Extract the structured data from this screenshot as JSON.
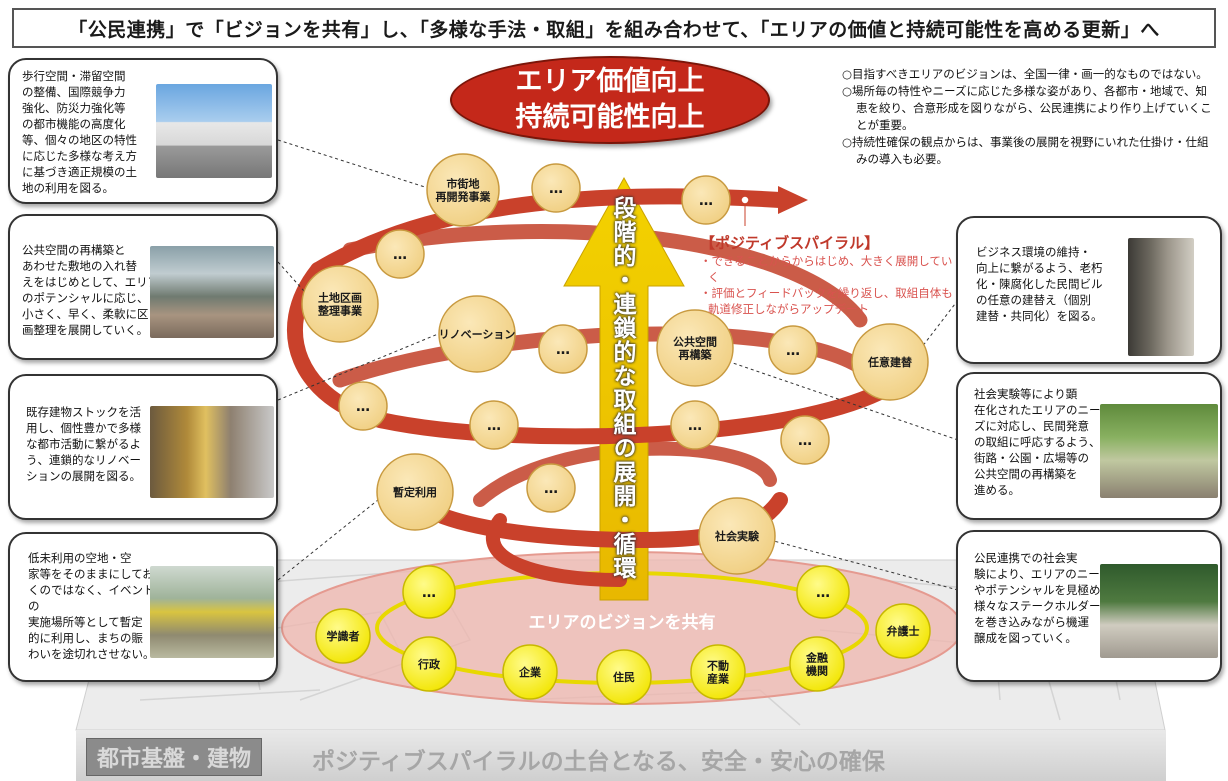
{
  "title": "「公民連携」で「ビジョンを共有」し、「多様な手法・取組」を組み合わせて、「エリアの価値と持続可能性を高める更新」へ",
  "goal": {
    "line1": "エリア価値向上",
    "line2": "持続可能性向上"
  },
  "notes": [
    "○目指すべきエリアのビジョンは、全国一律・画一的なものではない。",
    "○場所毎の特性やニーズに応じた多様な姿があり、各都市・地域で、知恵を絞り、合意形成を図りながら、公民連携により作り上げていくことが重要。",
    "○持続性確保の観点からは、事業後の展開を視野にいれた仕掛け・仕組みの導入も必要。"
  ],
  "spiral_caption": {
    "title": "【ポジティブスパイラル】",
    "lines": [
      "・できることからからはじめ、大きく展開していく",
      "・評価とフィードバックを繰り返し、取組自体も軌道修正しながらアップデート"
    ]
  },
  "arrow_text": "段階的・連鎖的な取組の展開・循環",
  "methods": {
    "redevelopment": "市街地\n再開発事業",
    "land_readjustment": "土地区画\n整理事業",
    "renovation": "リノベーション",
    "public_space": "公共空間\n再構築",
    "voluntary_rebuild": "任意建替",
    "temporary_use": "暫定利用",
    "social_experiment": "社会実験",
    "ellipsis": "…"
  },
  "vision_label": "エリアのビジョンを共有",
  "stakeholders": [
    "学識者",
    "行政",
    "企業",
    "住民",
    "不動\n産業",
    "金融\n機関",
    "弁護士"
  ],
  "side_boxes": {
    "left1": "歩行空間・滞留空間\nの整備、国際競争力\n強化、防災力強化等\nの都市機能の高度化\n等、個々の地区の特性\nに応じた多様な考え方\nに基づき適正規模の土\n地の利用を図る。",
    "left2": "公共空間の再構築と\nあわせた敷地の入れ替\nえをはじめとして、エリア\nのポテンシャルに応じ、\n小さく、早く、柔軟に区\n画整理を展開していく。",
    "left3": "既存建物ストックを活\n用し、個性豊かで多様\nな都市活動に繋がるよ\nう、連鎖的なリノベー\nションの展開を図る。",
    "left4": "低未利用の空地・空\n家等をそのままにしてお\nくのではなく、イベントの\n実施場所等として暫定\n的に利用し、まちの賑\nわいを途切れさせない。",
    "right1": "ビジネス環境の維持・\n向上に繋がるよう、老朽\n化・陳腐化した民間ビル\nの任意の建替え（個別\n建替・共同化）を図る。",
    "right2": "社会実験等により顕\n在化されたエリアのニー\nズに対応し、民間発意\nの取組に呼応するよう、\n街路・公園・広場等の\n公共空間の再構築を\n進める。",
    "right3": "公民連携での社会実\n験により、エリアのニーズ\nやポテンシャルを見極め、\n様々なステークホルダー\nを巻き込みながら機運\n醸成を図っていく。"
  },
  "foundation": {
    "label": "都市基盤・建物",
    "text": "ポジティブスパイラルの土台となる、安全・安心の確保"
  }
}
